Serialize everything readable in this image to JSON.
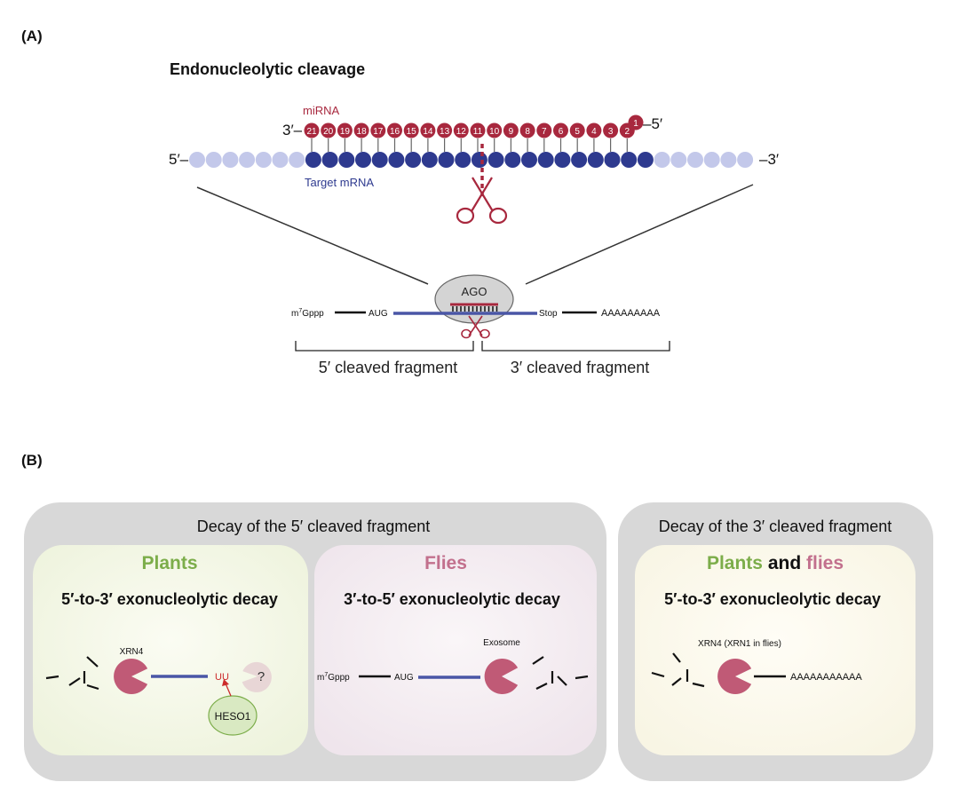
{
  "panel_a": {
    "label": "(A)",
    "heading": "Endonucleolytic cleavage",
    "mirna_label": "miRNA",
    "target_label": "Target mRNA",
    "mirna_3prime": "3′–",
    "mirna_5prime": "–5′",
    "mrna_5prime": "5′–",
    "mrna_3prime": "–3′",
    "ago_label": "AGO",
    "cap_label": "m",
    "cap_sup": "7",
    "cap_rest": "Gppp",
    "aug_label": "AUG",
    "stop_label": "Stop",
    "polya_label": "AAAAAAAAA",
    "fragment_5_label": "5′ cleaved fragment",
    "fragment_3_label": "3′ cleaved fragment"
  },
  "panel_b": {
    "label": "(B)",
    "box5_title": "Decay of the 5′ cleaved fragment",
    "box3_title": "Decay of the 3′ cleaved fragment",
    "plants": {
      "title": "Plants",
      "subtitle": "5′-to-3′ exonucleolytic decay",
      "enzyme": "XRN4",
      "uu": "UU",
      "question": "?",
      "heso1": "HESO1"
    },
    "flies": {
      "title": "Flies",
      "subtitle": "3′-to-5′ exonucleolytic decay",
      "enzyme": "Exosome",
      "cap_label": "m",
      "cap_sup": "7",
      "cap_rest": "Gppp",
      "aug_label": "AUG"
    },
    "both": {
      "title_plants": "Plants",
      "title_and": " and ",
      "title_flies": "flies",
      "subtitle": "5′-to-3′ exonucleolytic decay",
      "enzyme": "XRN4 (XRN1 in flies)",
      "polya": "AAAAAAAAAAA"
    }
  },
  "colors": {
    "mirna": "#a8283e",
    "mrna_dark": "#2e3a8f",
    "mrna_light": "#c3c8ea",
    "plants_green": "#7cad4a",
    "flies_pink": "#c2708d",
    "enzyme_pink": "#c05a76",
    "box_gray": "#d8d8d8"
  }
}
